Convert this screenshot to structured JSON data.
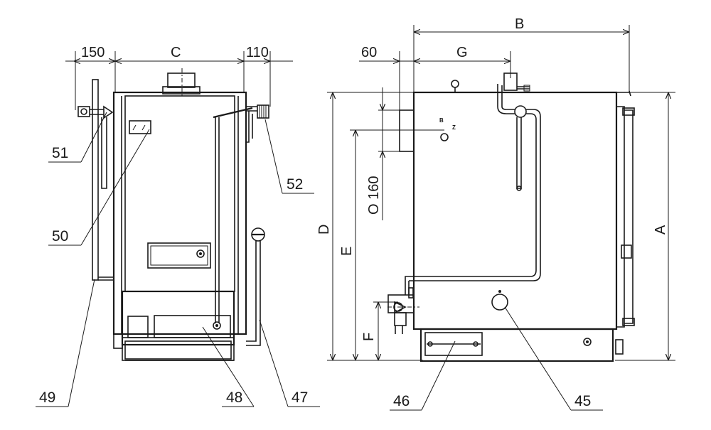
{
  "dimensions": {
    "left_150": "150",
    "c": "C",
    "right_110": "110",
    "b": "B",
    "side_60": "60",
    "g": "G",
    "d": "D",
    "e": "E",
    "diameter_160": "O 160",
    "f": "F",
    "a": "A"
  },
  "callouts": {
    "n45": "45",
    "n46": "46",
    "n47": "47",
    "n48": "48",
    "n49": "49",
    "n50": "50",
    "n51": "51",
    "n52": "52"
  },
  "marks": {
    "b_mark": "B",
    "z_mark": "Z"
  }
}
